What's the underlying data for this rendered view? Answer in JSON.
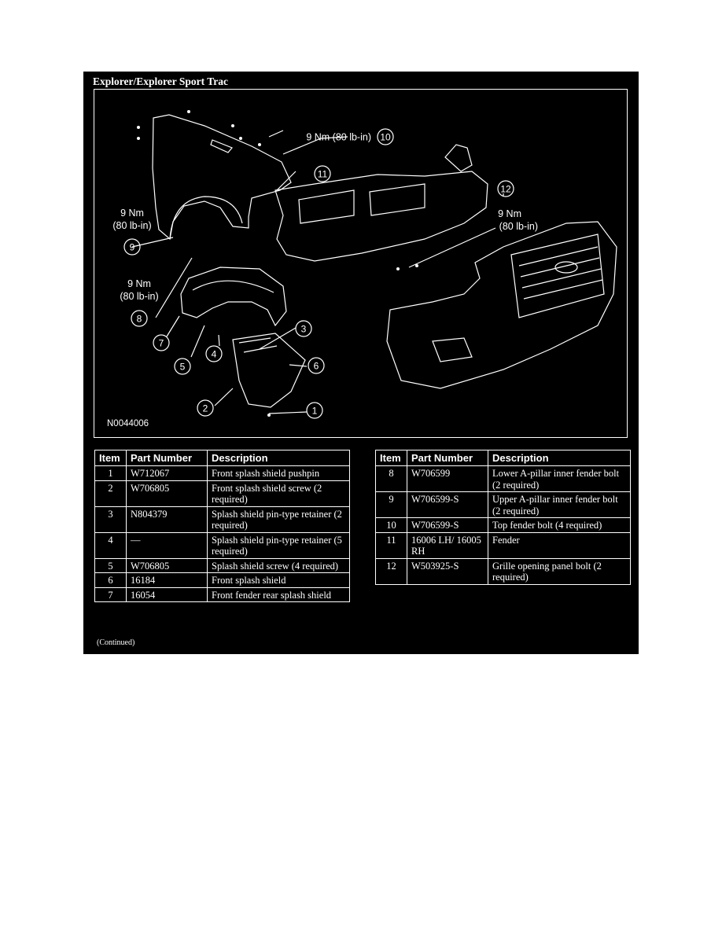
{
  "figure": {
    "title": "Explorer/Explorer Sport Trac",
    "code": "N0044006",
    "continued": "(Continued)",
    "callouts": [
      {
        "id": "1"
      },
      {
        "id": "2"
      },
      {
        "id": "3"
      },
      {
        "id": "4"
      },
      {
        "id": "5"
      },
      {
        "id": "6"
      },
      {
        "id": "7"
      },
      {
        "id": "8"
      },
      {
        "id": "9"
      },
      {
        "id": "10"
      },
      {
        "id": "11"
      },
      {
        "id": "12"
      }
    ],
    "torques": {
      "t10": "9 Nm (80 lb-in)",
      "t9_line1": "9 Nm",
      "t9_line2": "(80 lb-in)",
      "t8_line1": "9 Nm",
      "t8_line2": "(80 lb-in)",
      "t12_line1": "9 Nm",
      "t12_line2": "(80 lb-in)"
    }
  },
  "table_headers": {
    "item": "Item",
    "part_number": "Part Number",
    "description": "Description"
  },
  "left_rows": [
    {
      "item": "1",
      "part": "W712067",
      "desc": "Front splash shield pushpin"
    },
    {
      "item": "2",
      "part": "W706805",
      "desc": "Front splash shield screw (2 required)"
    },
    {
      "item": "3",
      "part": "N804379",
      "desc": "Splash shield pin-type retainer (2 required)"
    },
    {
      "item": "4",
      "part": "—",
      "desc": "Splash shield pin-type retainer (5 required)"
    },
    {
      "item": "5",
      "part": "W706805",
      "desc": "Splash shield screw (4 required)"
    },
    {
      "item": "6",
      "part": "16184",
      "desc": "Front splash shield"
    },
    {
      "item": "7",
      "part": "16054",
      "desc": "Front fender rear splash shield"
    }
  ],
  "right_rows": [
    {
      "item": "8",
      "part": "W706599",
      "desc": "Lower A-pillar inner fender bolt (2 required)"
    },
    {
      "item": "9",
      "part": "W706599-S",
      "desc": "Upper A-pillar inner fender bolt (2 required)"
    },
    {
      "item": "10",
      "part": "W706599-S",
      "desc": "Top fender bolt (4 required)"
    },
    {
      "item": "11",
      "part": "16006 LH/ 16005 RH",
      "desc": "Fender"
    },
    {
      "item": "12",
      "part": "W503925-S",
      "desc": "Grille opening panel bolt (2 required)"
    }
  ]
}
